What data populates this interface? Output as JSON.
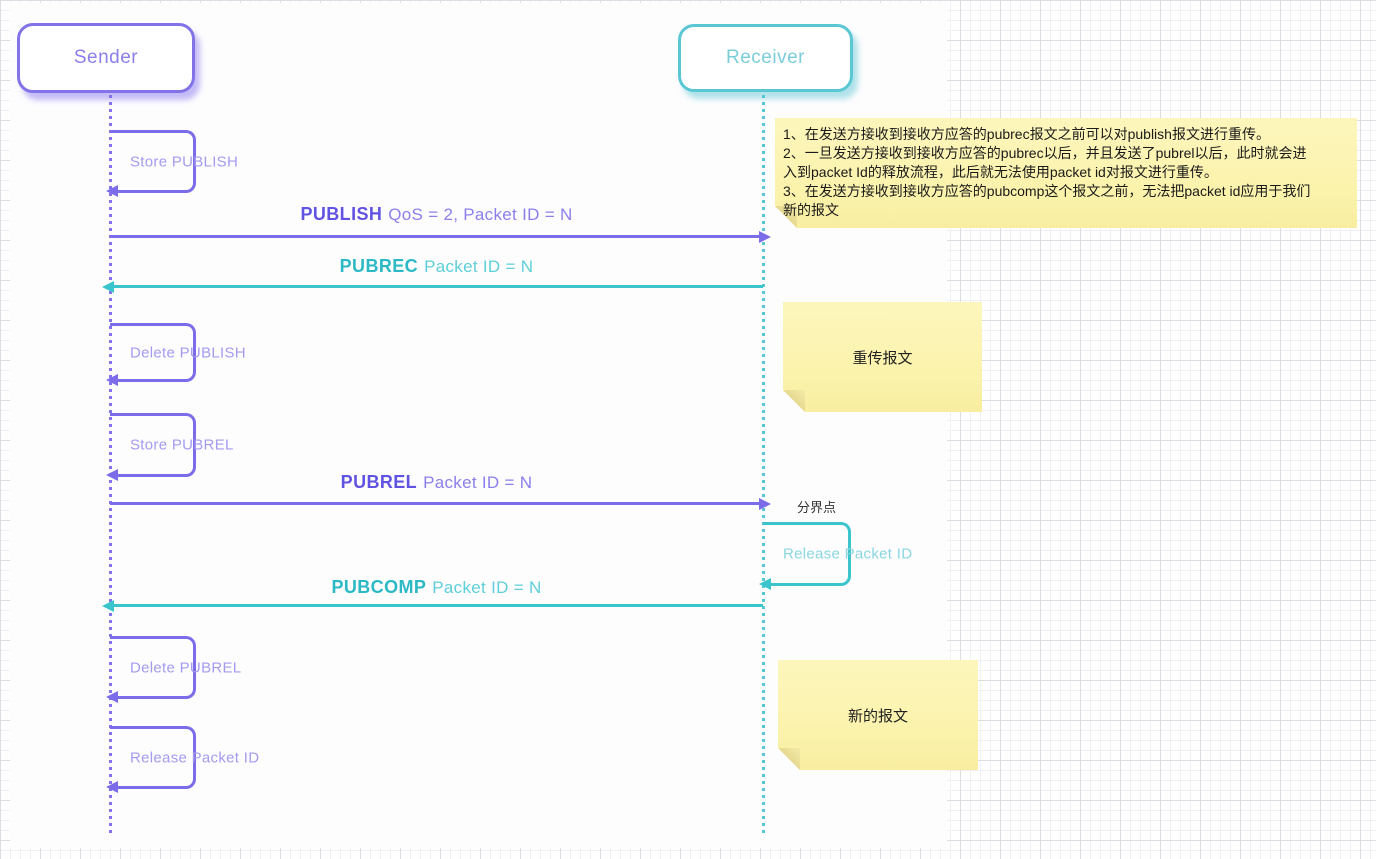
{
  "diagram": {
    "actors": {
      "sender": "Sender",
      "receiver": "Receiver"
    },
    "messages": {
      "publish": {
        "keyword": "PUBLISH",
        "detail": "QoS = 2, Packet ID = N"
      },
      "pubrec": {
        "keyword": "PUBREC",
        "detail": "Packet ID = N"
      },
      "pubrel": {
        "keyword": "PUBREL",
        "detail": "Packet ID = N"
      },
      "pubcomp": {
        "keyword": "PUBCOMP",
        "detail": "Packet ID = N"
      }
    },
    "sender_actions": {
      "store_publish": "Store PUBLISH",
      "delete_publish": "Delete PUBLISH",
      "store_pubrel": "Store PUBREL",
      "delete_pubrel": "Delete PUBREL",
      "release_packet_id": "Release Packet ID"
    },
    "receiver_actions": {
      "release_packet_id": "Release Packet ID"
    },
    "labels": {
      "boundary": "分界点"
    }
  },
  "notes": {
    "explanation": {
      "lines": [
        "1、在发送方接收到接收方应答的pubrec报文之前可以对publish报文进行重传。",
        "2、一旦发送方接收到接收方应答的pubrec以后，并且发送了pubrel以后，此时就会进",
        "入到packet Id的释放流程，此后就无法使用packet id对报文进行重传。",
        "3、在发送方接收到接收方应答的pubcomp这个报文之前，无法把packet id应用于我们",
        "新的报文"
      ]
    },
    "retransmit": {
      "text": "重传报文"
    },
    "new_packet": {
      "text": "新的报文"
    }
  },
  "colors": {
    "purple_line": "#7b6ce9",
    "purple_keyword": "#6153e1",
    "purple_text": "#8b7fec",
    "purple_loop_label": "#a49bef",
    "teal_line": "#3ac4cb",
    "teal_keyword": "#2bb9c5",
    "teal_text": "#5ecfd8",
    "teal_loop_label": "#8ad6e0",
    "note_background": "#fbf2ab",
    "note_fold": "#d9c878",
    "grid_minor": "#f0f0f4",
    "grid_major": "#dcdce3"
  }
}
